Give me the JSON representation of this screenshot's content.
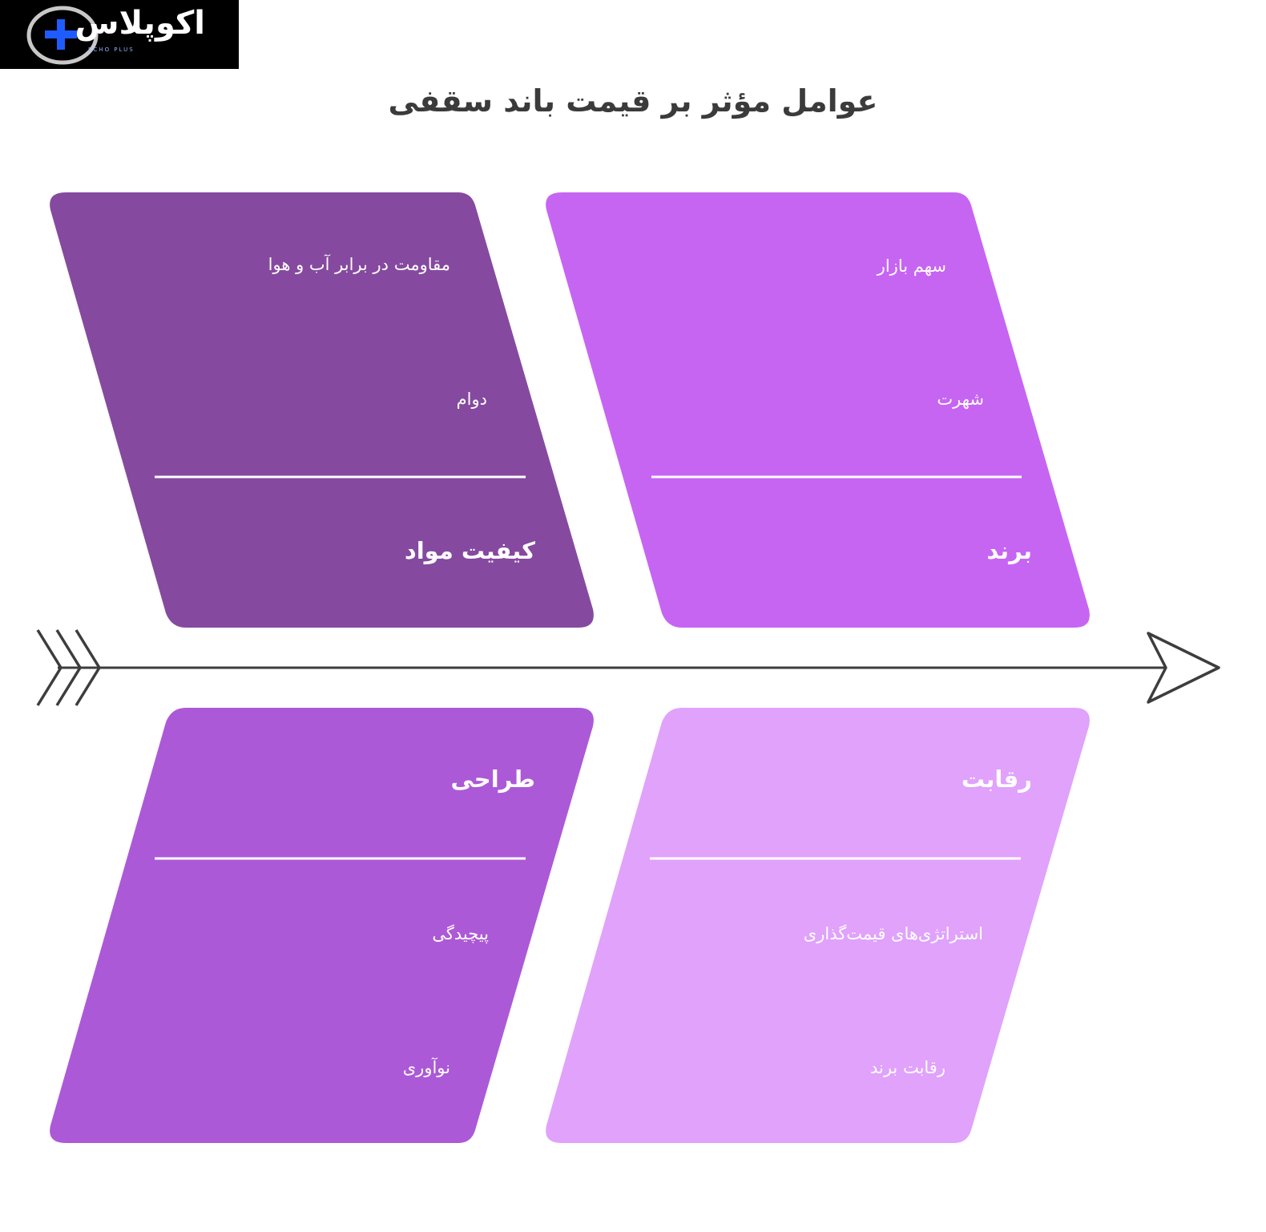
{
  "logo": {
    "text": "اکوپلاس",
    "subtext": "ECHO PLUS"
  },
  "title": "عوامل مؤثر بر قیمت باند سقفی",
  "categories": [
    {
      "id": "material-quality",
      "label": "کیفیت مواد",
      "color": "#854a9f",
      "items": [
        "مقاومت در برابر آب و هوا",
        "دوام"
      ]
    },
    {
      "id": "brand",
      "label": "برند",
      "color": "#c765f3",
      "items": [
        "سهم بازار",
        "شهرت"
      ]
    },
    {
      "id": "design",
      "label": "طراحی",
      "color": "#ac59d7",
      "items": [
        "پیچیدگی",
        "نوآوری"
      ]
    },
    {
      "id": "competition",
      "label": "رقابت",
      "color": "#e0a2fb",
      "items": [
        "استراتژی‌های قیمت‌گذاری",
        "رقابت برند"
      ]
    }
  ],
  "colors": {
    "spine": "#3d3d3d",
    "divider": "#ffffff",
    "text": "#ffffff"
  }
}
